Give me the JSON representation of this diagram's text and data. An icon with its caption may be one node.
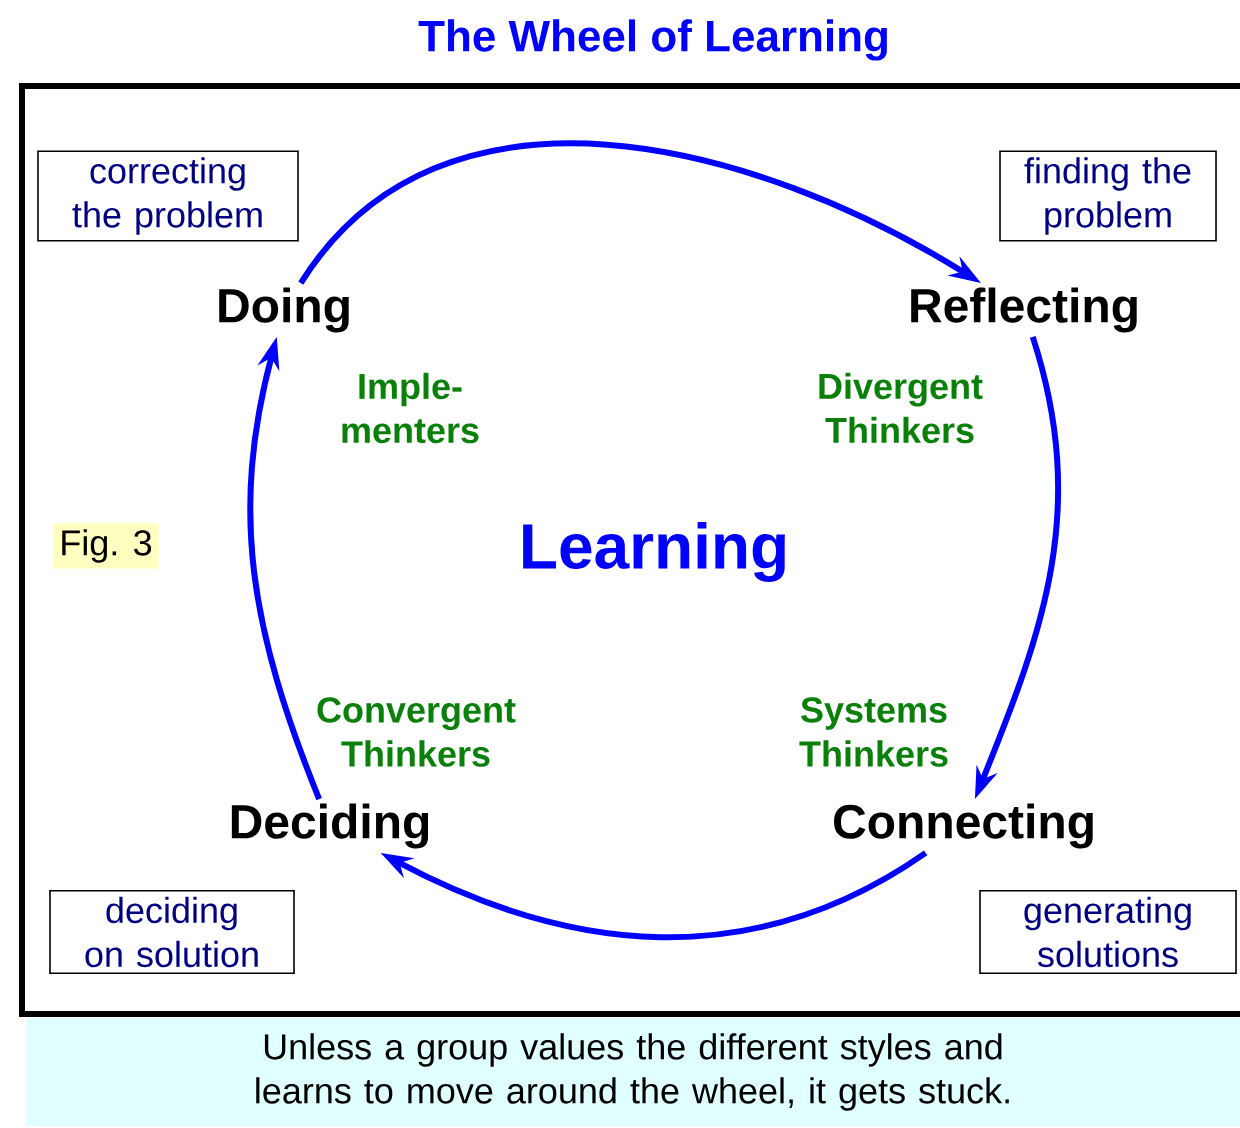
{
  "diagram": {
    "title": "The Wheel of Learning",
    "caption": "Unless a group values the different styles and learns to move around the wheel, it gets stuck.",
    "nodes": [
      {
        "text": [
          "Doing"
        ]
      },
      {
        "text": [
          "Reflecting"
        ]
      },
      {
        "text": [
          "Connecting"
        ]
      },
      {
        "text": [
          "Deciding"
        ]
      },
      {
        "text": [
          "correcting the problem"
        ]
      },
      {
        "text": [
          "finding the problem"
        ]
      },
      {
        "text": [
          "deciding on solution"
        ]
      },
      {
        "text": [
          "generating solutions"
        ]
      },
      {
        "text": [
          "Fig. 3"
        ]
      }
    ],
    "edges": [
      {
        "from": 0,
        "to": 1,
        "arrow": "to"
      },
      {
        "from": 1,
        "to": 2,
        "arrow": "to"
      },
      {
        "from": 2,
        "to": 3,
        "arrow": "to"
      },
      {
        "from": 3,
        "to": 0,
        "arrow": "to"
      }
    ],
    "labels": [
      "Imple- menters",
      "Divergent Thinkers",
      "Learning",
      "Convergent Thinkers",
      "Systems Thinkers"
    ]
  }
}
